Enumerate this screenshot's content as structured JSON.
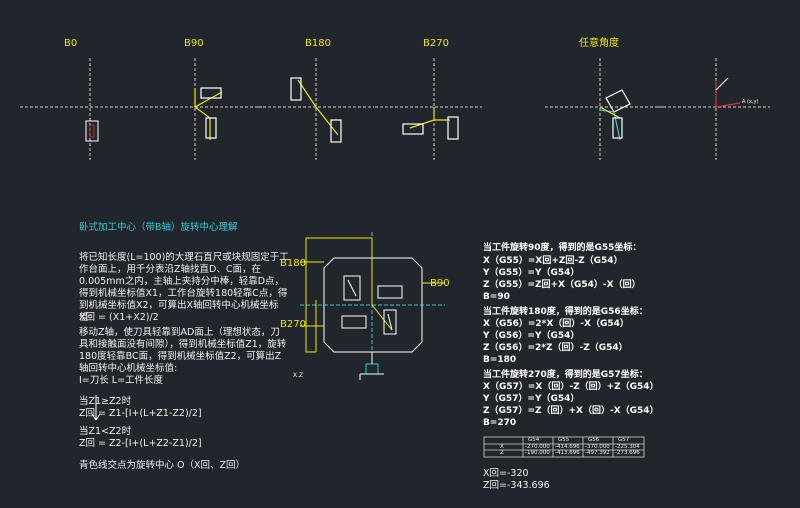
{
  "colors": {
    "background": "#21262d",
    "axis": "#cfcfcf",
    "yellow": "#f2e600",
    "cyan": "#38c9d6",
    "red": "#e03030",
    "white": "#ffffff",
    "orange": "#d4a12a"
  },
  "views": {
    "b0": "B0",
    "b90": "B90",
    "b180": "B180",
    "b270": "B270",
    "any": "任意角度",
    "any_small": "A (x,y)"
  },
  "title": "卧式加工中心（带B轴）旋转中心理解",
  "intro": "将已知长度(L=100)的大理石直尺或块规固定于工作台面上，用千分表沿Z轴找直D、C面，在0.005mm之内，主轴上夹持分中棒，轻靠D点，得到机械坐标值X1，工作台旋转180轻靠C点，得到机械坐标值X2，可算出X轴回转中心机械坐标值:",
  "xformula": "X回 = (X1+X2)/2",
  "move": "移动Z轴，使刀具轻靠到AD面上（理想状态，刀具和接触面没有间隙），得到机械坐标值Z1，旋转180度轻靠BC面，得到机械坐标值Z2，可算出Z轴回转中心机械坐标值:",
  "toollen": "I=刀长    L=工件长度",
  "c1": "当Z1≥Z2时",
  "f1": "Z回 = Z1-[I+(L+Z1-Z2)/2]",
  "c2": "当Z1<Z2时",
  "f2": "Z回 = Z2-[I+(L+Z2-Z1)/2]",
  "center": "青色线交点为旋转中心 O（X回、Z回）",
  "diagram": {
    "b180": "B180",
    "b90": "B90",
    "b270": "B270",
    "xz": "X.Z"
  },
  "g55": {
    "title": "当工件旋转90度，得到的是G55坐标：",
    "l1": "X（G55）=X回+Z回-Z（G54）",
    "l2": "Y（G55）=Y（G54）",
    "l3": "Z（G55）=Z回+X（G54）-X（回）",
    "l4": "B=90"
  },
  "g56": {
    "title": "当工件旋转180度，得到的是G56坐标：",
    "l1": "X（G56）=2*X（回）-X（G54）",
    "l2": "Y（G56）=Y（G54）",
    "l3": "Z（G56）=2*Z（回）-Z（G54）",
    "l4": "B=180"
  },
  "g57": {
    "title": "当工件旋转270度，得到的是G57坐标：",
    "l1": "X（G57）=X（回）-Z（回）+Z（G54）",
    "l2": "Y（G57）=Y（G54）",
    "l3": "Z（G57）=Z（回）+X（回）-X（G54）",
    "l4": "B=270"
  },
  "table": {
    "headers": [
      "",
      "G54",
      "G55",
      "G56",
      "G57"
    ],
    "rows": [
      [
        "X",
        "-270.000",
        "-414.696",
        "-370.000",
        "-225.304"
      ],
      [
        "Z",
        "-190.000",
        "-413.696",
        "-497.392",
        "-273.696"
      ]
    ]
  },
  "result": {
    "x": "X回=-320",
    "z": "Z回=-343.696"
  }
}
